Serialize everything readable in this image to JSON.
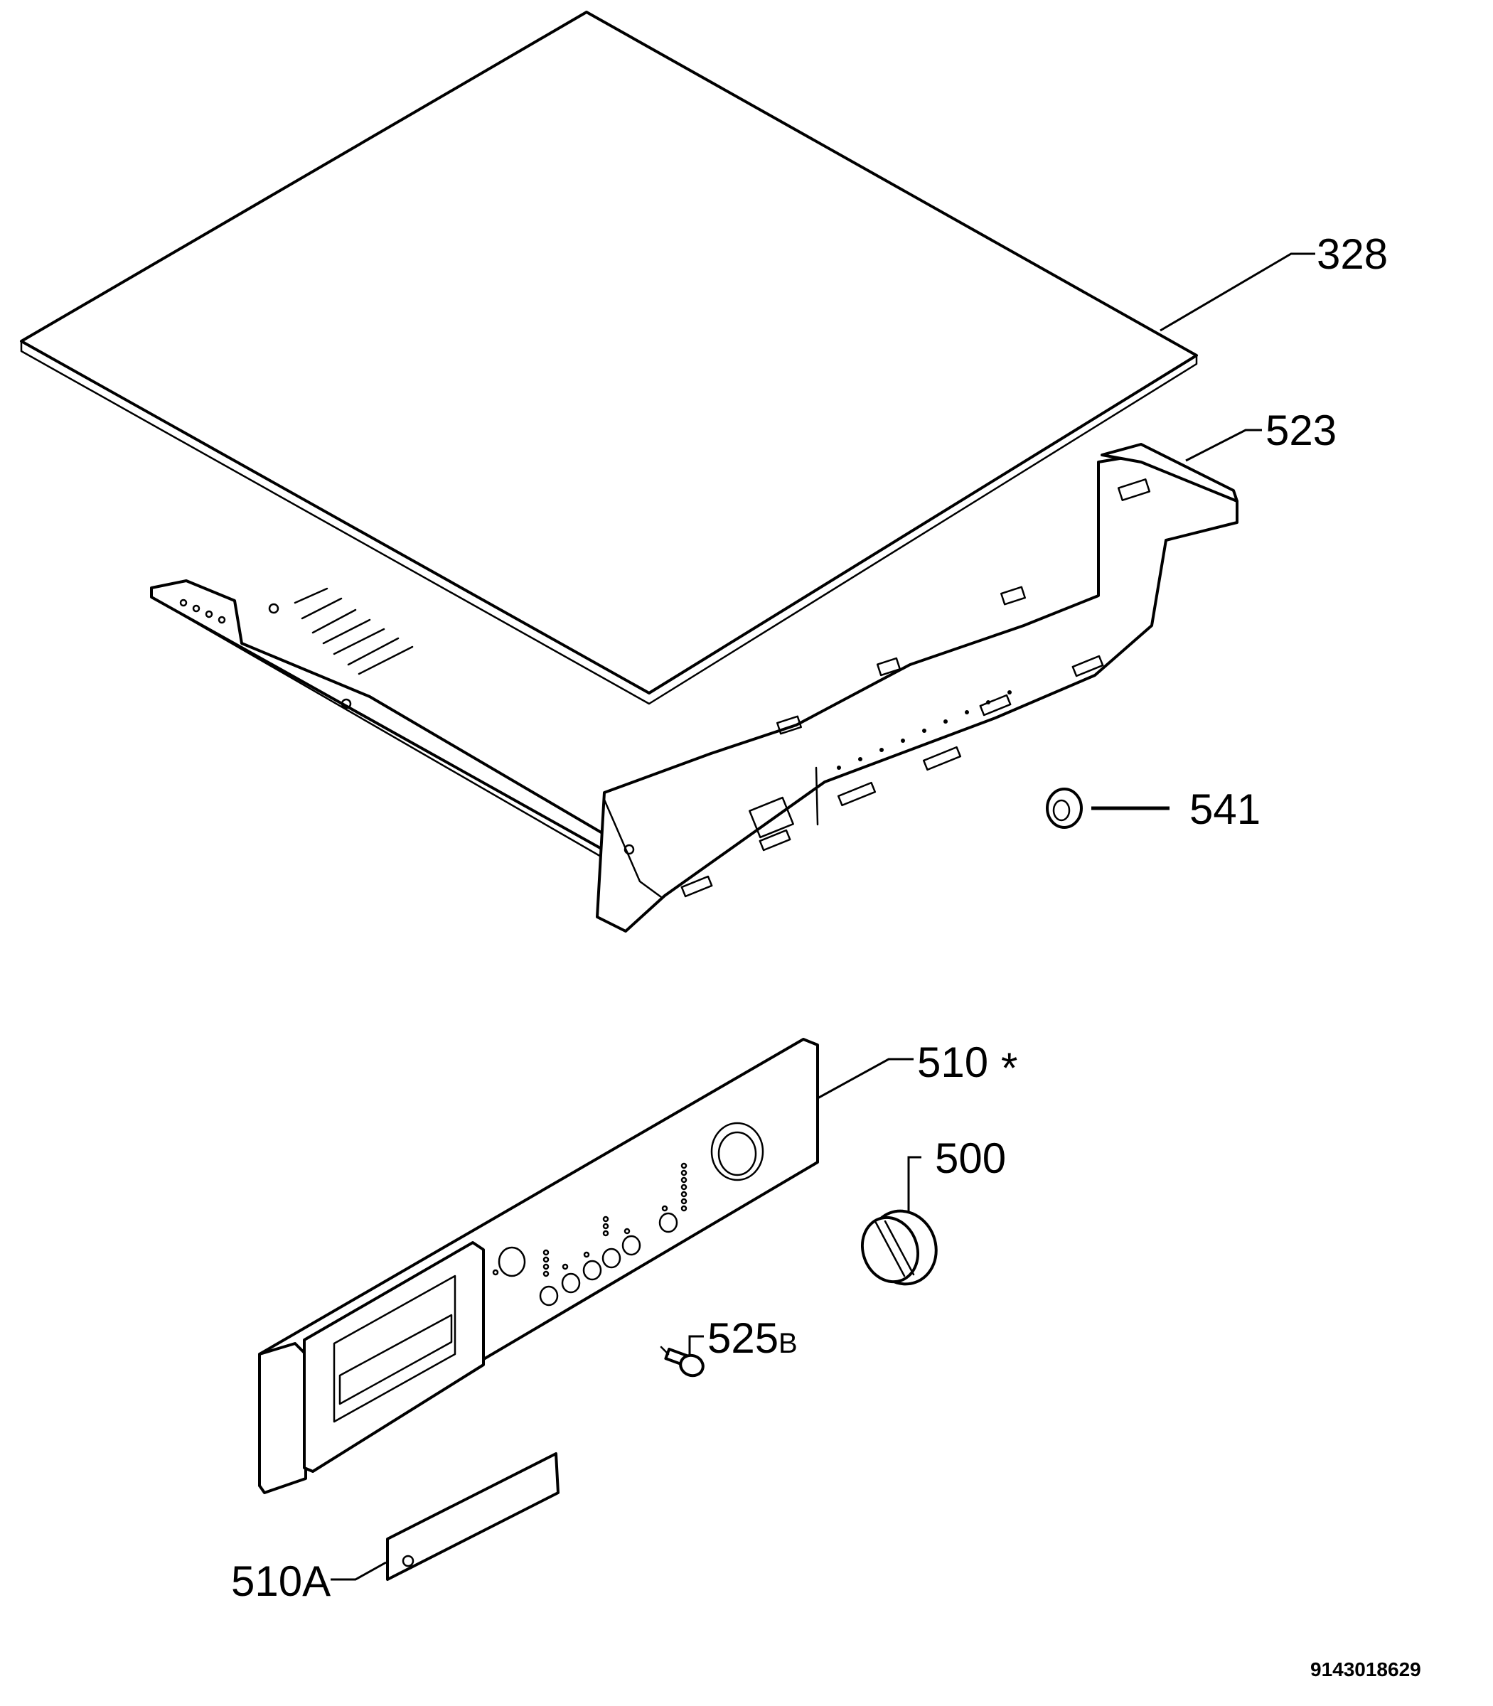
{
  "callouts": {
    "top_cover": "328",
    "control_panel_frame": "523",
    "grommet": "541",
    "control_panel_fascia": "510",
    "fascia_marker": "*",
    "knob": "500",
    "indicator_light": "525",
    "indicator_light_suffix": "B",
    "badge_plate": "510A"
  },
  "document_number": "9143018629"
}
